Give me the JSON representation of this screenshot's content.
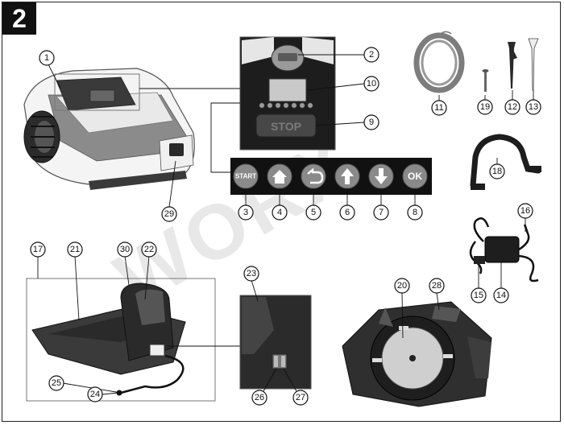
{
  "page_number": "2",
  "watermark": "WORX",
  "panel_buttons": [
    {
      "label": "START",
      "icon": "start-text"
    },
    {
      "label": "",
      "icon": "home-icon"
    },
    {
      "label": "",
      "icon": "back-arrow-icon"
    },
    {
      "label": "",
      "icon": "up-arrow-icon"
    },
    {
      "label": "",
      "icon": "down-arrow-icon"
    },
    {
      "label": "OK",
      "icon": "ok-text"
    }
  ],
  "stop_label": "STOP",
  "callouts": [
    "1",
    "2",
    "3",
    "4",
    "5",
    "6",
    "7",
    "8",
    "9",
    "10",
    "11",
    "12",
    "13",
    "14",
    "15",
    "16",
    "17",
    "18",
    "19",
    "20",
    "21",
    "22",
    "23",
    "24",
    "25",
    "26",
    "27",
    "28",
    "29",
    "30"
  ]
}
